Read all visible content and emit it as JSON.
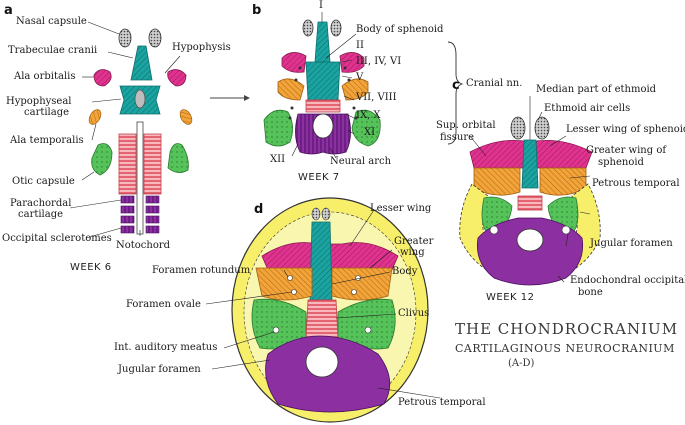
{
  "panels": {
    "a": {
      "letter": "a",
      "week": "WEEK 6",
      "labels": {
        "nasal_capsule": "Nasal capsule",
        "trabeculae_cranii": "Trabeculae cranii",
        "hypophysis": "Hypophysis",
        "ala_orbitalis": "Ala orbitalis",
        "hypophyseal_cartilage_1": "Hypophyseal",
        "hypophyseal_cartilage_2": "cartilage",
        "ala_temporalis": "Ala temporalis",
        "otic_capsule": "Otic capsule",
        "parachordal_1": "Parachordal",
        "parachordal_2": "cartilage",
        "occipital_sclerotomes": "Occipital sclerotomes",
        "notochord": "Notochord"
      }
    },
    "b": {
      "letter": "b",
      "week": "WEEK 7",
      "labels": {
        "nerve_I": "I",
        "body_of_sphenoid": "Body of sphenoid",
        "nerve_II": "II",
        "nerve_III_IV_VI": "III, IV, VI",
        "nerve_V": "V",
        "nerve_VII_VIII": "VII, VIII",
        "nerve_IX_X": "IX, X",
        "nerve_XI": "XI",
        "nerve_XII": "XII",
        "neural_arch": "Neural arch",
        "cranial_nn": "Cranial nn."
      }
    },
    "c": {
      "letter": "c",
      "week": "WEEK 12",
      "labels": {
        "median_part_1": "Median part of ethmoid",
        "ethmoid_air_cells": "Ethmoid air cells",
        "lesser_wing": "Lesser wing of sphenoid",
        "sup_orbital_1": "Sup. orbital",
        "sup_orbital_2": "fissure",
        "greater_wing_1": "Greater wing of",
        "greater_wing_2": "sphenoid",
        "petrous_temporal": "Petrous temporal",
        "jugular_foramen": "Jugular foramen",
        "endochondral_1": "Endochondral occipital",
        "endochondral_2": "bone"
      }
    },
    "d": {
      "letter": "d",
      "labels": {
        "lesser_wing": "Lesser wing",
        "greater_wing_1": "Greater",
        "greater_wing_2": "wing",
        "body": "Body",
        "foramen_rotundum": "Foramen rotundum",
        "foramen_ovale": "Foramen ovale",
        "clivus": "Clivus",
        "int_auditory_meatus": "Int. auditory meatus",
        "jugular_foramen": "Jugular foramen",
        "petrous_temporal": "Petrous temporal"
      }
    }
  },
  "title": {
    "main": "THE CHONDROCRANIUM",
    "sub": "CARTILAGINOUS NEUROCRANIUM",
    "range": "(A-D)"
  },
  "colors": {
    "teal": "#1aa3a0",
    "magenta": "#e0338f",
    "orange": "#f2a33a",
    "green": "#55c25a",
    "red_stripe": "#f07a86",
    "purple": "#8c2fa0",
    "yellow": "#f7ee6a",
    "grey": "#9a9a9a"
  }
}
